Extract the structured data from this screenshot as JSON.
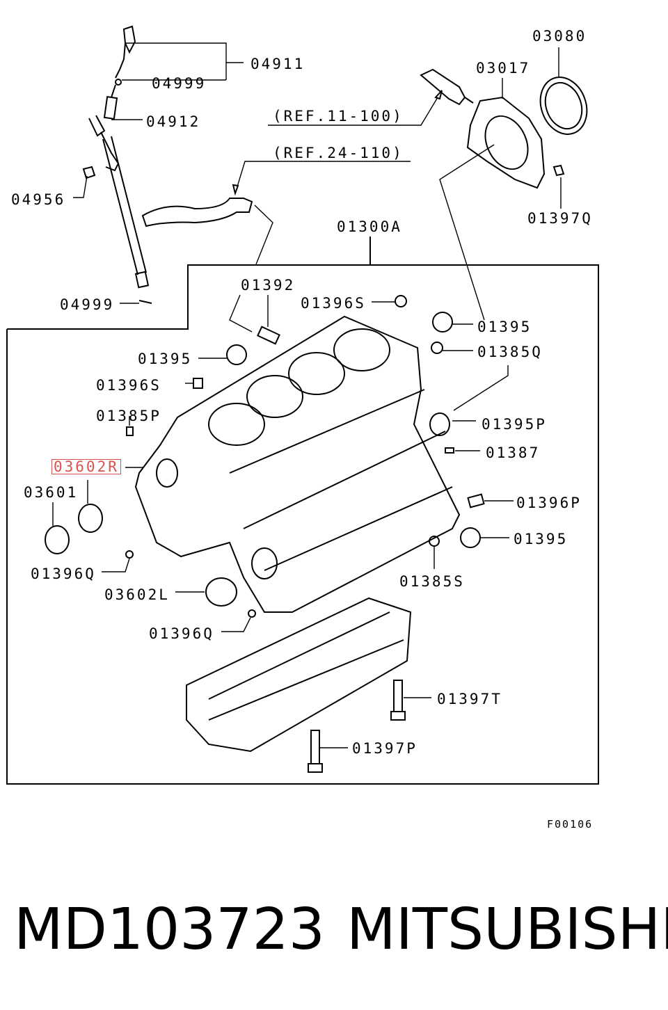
{
  "labels": {
    "p04911": "04911",
    "p04999_top": "04999",
    "p04912": "04912",
    "p04956": "04956",
    "p04999_bottom": "04999",
    "ref_11_100": "(REF.11-100)",
    "ref_24_110": "(REF.24-110)",
    "p03080": "03080",
    "p03017": "03017",
    "p01397Q": "01397Q",
    "p01300A": "01300A",
    "p01392": "01392",
    "p01396S_top": "01396S",
    "p01395_right1": "01395",
    "p01385Q": "01385Q",
    "p01395_left": "01395",
    "p01396S_left": "01396S",
    "p01385P": "01385P",
    "p01395P": "01395P",
    "p01387": "01387",
    "p03602R": "03602R",
    "p03601": "03601",
    "p01396P": "01396P",
    "p01395_right2": "01395",
    "p01385S": "01385S",
    "p01396Q_left": "01396Q",
    "p03602L": "03602L",
    "p01396Q_bottom": "01396Q",
    "p01397T": "01397T",
    "p01397P": "01397P"
  },
  "highlighted_part": "03602R",
  "highlight_color": "#d9534f",
  "figure_id": "F00106",
  "footer": {
    "part_number": "MD103723",
    "brand": "MITSUBISHI"
  }
}
